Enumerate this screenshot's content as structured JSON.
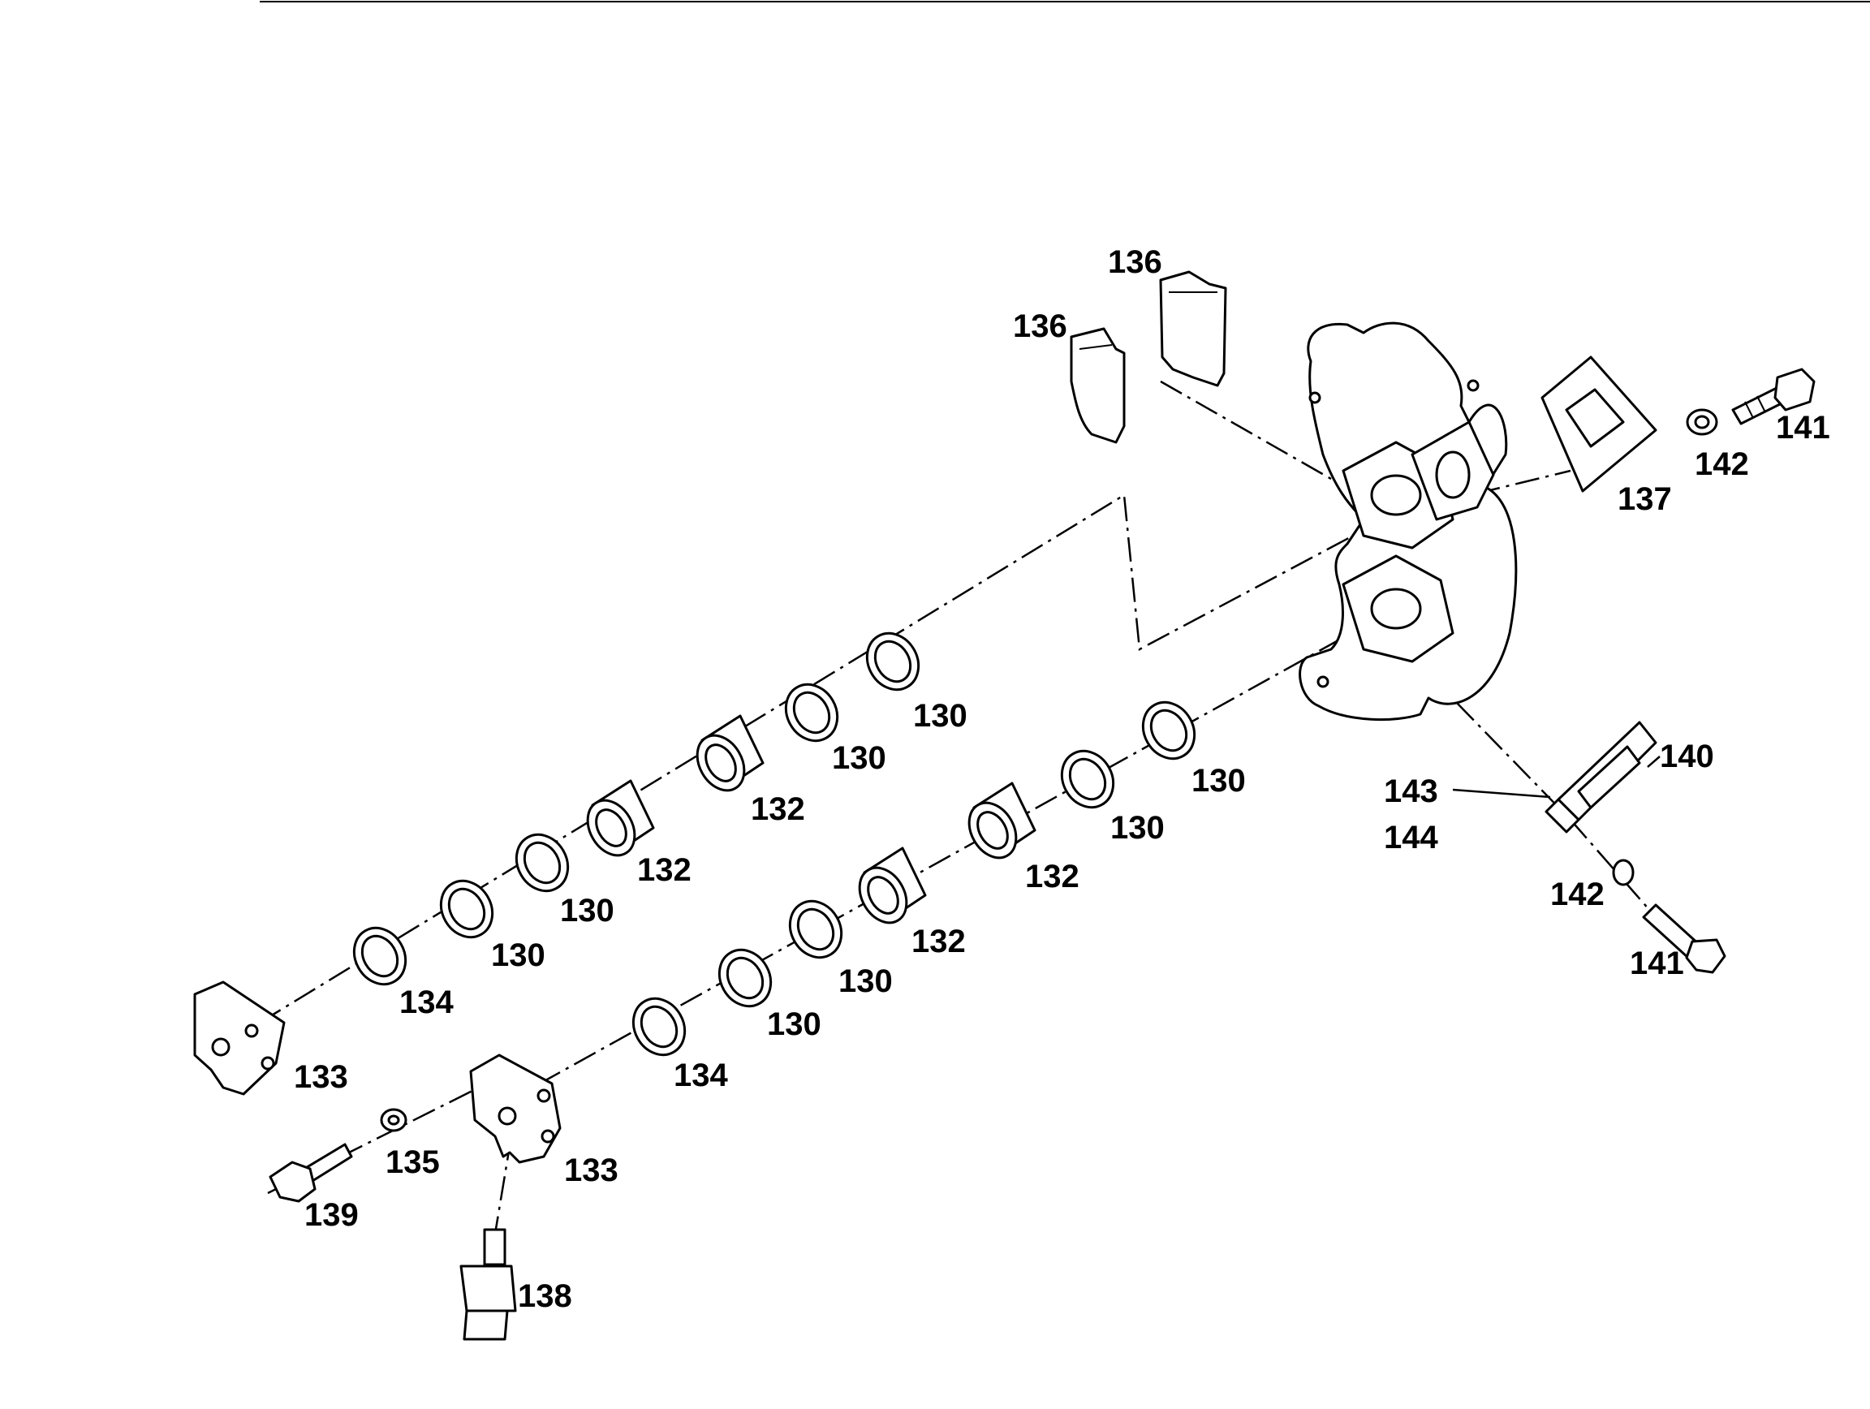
{
  "labels": {
    "l136a": "136",
    "l136b": "136",
    "l141a": "141",
    "l142a": "142",
    "l137": "137",
    "l130a": "130",
    "l130b": "130",
    "l132a": "132",
    "l132b": "132",
    "l130c": "130",
    "l130d": "130",
    "l134a": "134",
    "l133a": "133",
    "l130e": "130",
    "l130f": "130",
    "l132c": "132",
    "l132d": "132",
    "l130g": "130",
    "l130h": "130",
    "l134b": "134",
    "l133b": "133",
    "l135": "135",
    "l139": "139",
    "l138": "138",
    "l140": "140",
    "l143": "143",
    "l144": "144",
    "l142b": "142",
    "l141b": "141"
  },
  "icons": [
    "caliper-housing",
    "brake-pad",
    "bolt",
    "washer",
    "cover-plate",
    "piston",
    "seal-ring",
    "bleeder-valve"
  ]
}
